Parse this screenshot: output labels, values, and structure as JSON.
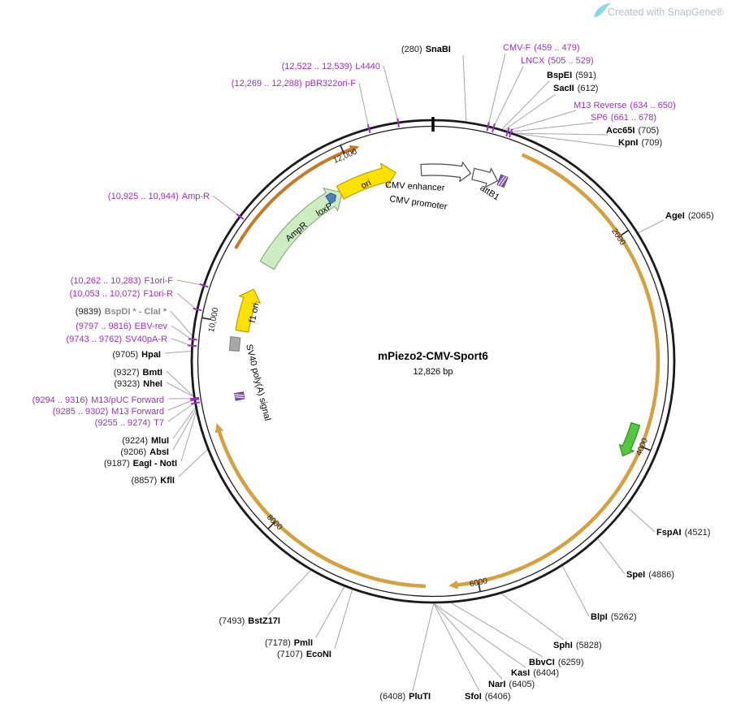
{
  "watermark": {
    "label": "Created with SnapGene®"
  },
  "plasmid": {
    "name": "mPiezo2-CMV-Sport6",
    "size": "12,826 bp",
    "length": 12826
  },
  "colors": {
    "primer_label": "#9D2FC4",
    "enzyme_label": "#000000",
    "muted_label": "#8C8C8C",
    "leader_line": "#A6A6A6",
    "backbone": "#1A1A1A",
    "insert_arc": "#D6A13C",
    "backbone_orf": "#C87820",
    "amp_fill": "#CDEDC0",
    "ori_fill": "#FFE100",
    "green_fill": "#53C73D",
    "attb_fill": "#7C55B0",
    "loxp_fill": "#4E7FBF",
    "sv40_fill": "#A8A8A8",
    "watermark": "#B7BFC7",
    "feather": "#86D7E9"
  },
  "ticks": [
    {
      "bp": 2000,
      "label": "2000"
    },
    {
      "bp": 4000,
      "label": "4000"
    },
    {
      "bp": 6000,
      "label": "6000"
    },
    {
      "bp": 8000,
      "label": "8000"
    },
    {
      "bp": 10000,
      "label": "10,000"
    },
    {
      "bp": 12000,
      "label": "12,000"
    }
  ],
  "features": [
    {
      "id": "cmv_enhancer",
      "label": "CMV enhancer",
      "start": 12700,
      "end": 404
    },
    {
      "id": "cmv_promoter",
      "label": "CMV promoter",
      "start": 430,
      "end": 700
    },
    {
      "id": "attB1",
      "label": "attB1",
      "start": 712,
      "end": 788
    },
    {
      "id": "insert_orf_a",
      "label": "",
      "start": 830,
      "end": 6270
    },
    {
      "id": "inner_cds_green",
      "label": "",
      "start": 3820,
      "end": 4150
    },
    {
      "id": "insert_orf_b",
      "label": "",
      "start": 6480,
      "end": 9050
    },
    {
      "id": "attB2",
      "label": "",
      "start": 9220,
      "end": 9292
    },
    {
      "id": "sv40_polya",
      "label": "SV40 poly(A) signal",
      "start": 9728,
      "end": 9868
    },
    {
      "id": "f1_ori",
      "label": "f1 ori",
      "start": 9940,
      "end": 10400
    },
    {
      "id": "ampr",
      "label": "AmpR",
      "start": 10690,
      "end": 11820
    },
    {
      "id": "backbone_orf_c",
      "label": "",
      "start": 10680,
      "end": 12150
    },
    {
      "id": "loxp",
      "label": "loxP",
      "start": 11650,
      "end": 11745
    },
    {
      "id": "ori",
      "label": "ori",
      "start": 11800,
      "end": 12430
    }
  ],
  "sites": [
    {
      "id": "snabi",
      "name": "SnaBI",
      "pos": "(280)",
      "kind": "enzyme",
      "nameFirst": false,
      "bp": 280
    },
    {
      "id": "cmvf",
      "name": "CMV-F",
      "pos": "(459 .. 479)",
      "kind": "primer",
      "nameFirst": true,
      "bp": 469
    },
    {
      "id": "lncx",
      "name": "LNCX",
      "pos": "(505 .. 529)",
      "kind": "primer",
      "nameFirst": true,
      "bp": 517
    },
    {
      "id": "bspei",
      "name": "BspEI",
      "pos": "(591)",
      "kind": "enzyme",
      "nameFirst": true,
      "bp": 591
    },
    {
      "id": "sacii",
      "name": "SacII",
      "pos": "(612)",
      "kind": "enzyme",
      "nameFirst": true,
      "bp": 612
    },
    {
      "id": "m13rev",
      "name": "M13 Reverse",
      "pos": "(634 .. 650)",
      "kind": "primer",
      "nameFirst": true,
      "bp": 642
    },
    {
      "id": "sp6",
      "name": "SP6",
      "pos": "(661 .. 678)",
      "kind": "primer",
      "nameFirst": true,
      "bp": 670
    },
    {
      "id": "acc65i",
      "name": "Acc65I",
      "pos": "(705)",
      "kind": "enzyme",
      "nameFirst": true,
      "bp": 705
    },
    {
      "id": "kpni",
      "name": "KpnI",
      "pos": "(709)",
      "kind": "enzyme",
      "nameFirst": true,
      "bp": 709
    },
    {
      "id": "agei",
      "name": "AgeI",
      "pos": "(2065)",
      "kind": "enzyme",
      "nameFirst": true,
      "bp": 2065
    },
    {
      "id": "fspai",
      "name": "FspAI",
      "pos": "(4521)",
      "kind": "enzyme",
      "nameFirst": true,
      "bp": 4521
    },
    {
      "id": "spei",
      "name": "SpeI",
      "pos": "(4886)",
      "kind": "enzyme",
      "nameFirst": true,
      "bp": 4886
    },
    {
      "id": "blpi",
      "name": "BlpI",
      "pos": "(5262)",
      "kind": "enzyme",
      "nameFirst": true,
      "bp": 5262
    },
    {
      "id": "sphi",
      "name": "SphI",
      "pos": "(5828)",
      "kind": "enzyme",
      "nameFirst": true,
      "bp": 5828
    },
    {
      "id": "bbvci",
      "name": "BbvCI",
      "pos": "(6259)",
      "kind": "enzyme",
      "nameFirst": true,
      "bp": 6259
    },
    {
      "id": "kasi",
      "name": "KasI",
      "pos": "(6404)",
      "kind": "enzyme",
      "nameFirst": true,
      "bp": 6404
    },
    {
      "id": "nari",
      "name": "NarI",
      "pos": "(6405)",
      "kind": "enzyme",
      "nameFirst": true,
      "bp": 6405
    },
    {
      "id": "sfoi",
      "name": "SfoI",
      "pos": "(6406)",
      "kind": "enzyme",
      "nameFirst": true,
      "bp": 6406
    },
    {
      "id": "pluti",
      "name": "PluTI",
      "pos": "(6408)",
      "kind": "enzyme",
      "nameFirst": false,
      "bp": 6408
    },
    {
      "id": "econi",
      "name": "EcoNI",
      "pos": "(7107)",
      "kind": "enzyme",
      "nameFirst": false,
      "bp": 7107
    },
    {
      "id": "pmli",
      "name": "PmlI",
      "pos": "(7178)",
      "kind": "enzyme",
      "nameFirst": false,
      "bp": 7178
    },
    {
      "id": "bstz17i",
      "name": "BstZ17I",
      "pos": "(7493)",
      "kind": "enzyme",
      "nameFirst": false,
      "bp": 7493
    },
    {
      "id": "kfli",
      "name": "KflI",
      "pos": "(8857)",
      "kind": "enzyme",
      "nameFirst": false,
      "bp": 8857
    },
    {
      "id": "eagi",
      "name": "EagI - NotI",
      "pos": "(9187)",
      "kind": "enzyme",
      "nameFirst": false,
      "bp": 9187
    },
    {
      "id": "absi",
      "name": "AbsI",
      "pos": "(9206)",
      "kind": "enzyme",
      "nameFirst": false,
      "bp": 9206
    },
    {
      "id": "mlui",
      "name": "MluI",
      "pos": "(9224)",
      "kind": "enzyme",
      "nameFirst": false,
      "bp": 9224
    },
    {
      "id": "t7",
      "name": "T7",
      "pos": "(9255 .. 9274)",
      "kind": "primer",
      "nameFirst": false,
      "bp": 9265
    },
    {
      "id": "m13f",
      "name": "M13 Forward",
      "pos": "(9285 .. 9302)",
      "kind": "primer",
      "nameFirst": false,
      "bp": 9293
    },
    {
      "id": "m13puc",
      "name": "M13/pUC Forward",
      "pos": "(9294 .. 9316)",
      "kind": "primer",
      "nameFirst": false,
      "bp": 9305
    },
    {
      "id": "nhei",
      "name": "NheI",
      "pos": "(9323)",
      "kind": "enzyme",
      "nameFirst": false,
      "bp": 9323
    },
    {
      "id": "bmti",
      "name": "BmtI",
      "pos": "(9327)",
      "kind": "enzyme",
      "nameFirst": false,
      "bp": 9327
    },
    {
      "id": "hpai",
      "name": "HpaI",
      "pos": "(9705)",
      "kind": "enzyme",
      "nameFirst": false,
      "bp": 9705
    },
    {
      "id": "sv40par",
      "name": "SV40pA-R",
      "pos": "(9743 .. 9762)",
      "kind": "primer",
      "nameFirst": false,
      "bp": 9752
    },
    {
      "id": "ebvrev",
      "name": "EBV-rev",
      "pos": "(9797 .. 9816)",
      "kind": "primer",
      "nameFirst": false,
      "bp": 9806
    },
    {
      "id": "bspdi",
      "name": "BspDI * - ClaI *",
      "pos": "(9839)",
      "kind": "muted",
      "nameFirst": false,
      "bp": 9839
    },
    {
      "id": "f1orir",
      "name": "F1ori-R",
      "pos": "(10,053 .. 10,072)",
      "kind": "primer",
      "nameFirst": false,
      "bp": 10062
    },
    {
      "id": "f1orif",
      "name": "F1ori-F",
      "pos": "(10,262 .. 10,283)",
      "kind": "primer",
      "nameFirst": false,
      "bp": 10272
    },
    {
      "id": "ampr_p",
      "name": "Amp-R",
      "pos": "(10,925 .. 10,944)",
      "kind": "primer",
      "nameFirst": false,
      "bp": 10934
    },
    {
      "id": "pbr322",
      "name": "pBR322ori-F",
      "pos": "(12,269 .. 12,288)",
      "kind": "primer",
      "nameFirst": false,
      "bp": 12278
    },
    {
      "id": "l4440",
      "name": "L4440",
      "pos": "(12,522 .. 12,539)",
      "kind": "primer",
      "nameFirst": false,
      "bp": 12530
    }
  ]
}
